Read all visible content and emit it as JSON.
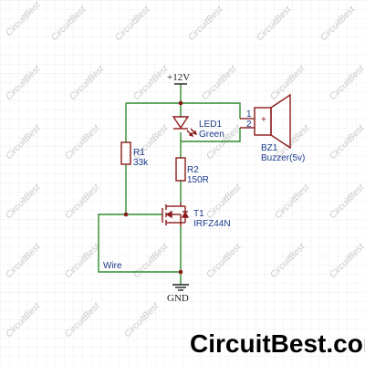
{
  "colors": {
    "wire": "#2e8b2e",
    "component": "#8b1a1a",
    "label": "#1a3a8c",
    "grid": "#eeeeee",
    "watermark": "#c8c8c8",
    "brand": "#000000"
  },
  "rails": {
    "supply": "+12V",
    "ground": "GND"
  },
  "components": {
    "led": {
      "ref": "LED1",
      "value": "Green"
    },
    "r1": {
      "ref": "R1",
      "value": "33k"
    },
    "r2": {
      "ref": "R2",
      "value": "150R"
    },
    "t1": {
      "ref": "T1",
      "value": "IRFZ44N"
    },
    "bz1": {
      "ref": "BZ1",
      "value": "Buzzer(5v)",
      "pin1": "1",
      "pin2": "2",
      "plus": "+"
    }
  },
  "net_labels": {
    "wire": "Wire"
  },
  "watermark": "CircuitBest",
  "brand": "CircuitBest.com"
}
